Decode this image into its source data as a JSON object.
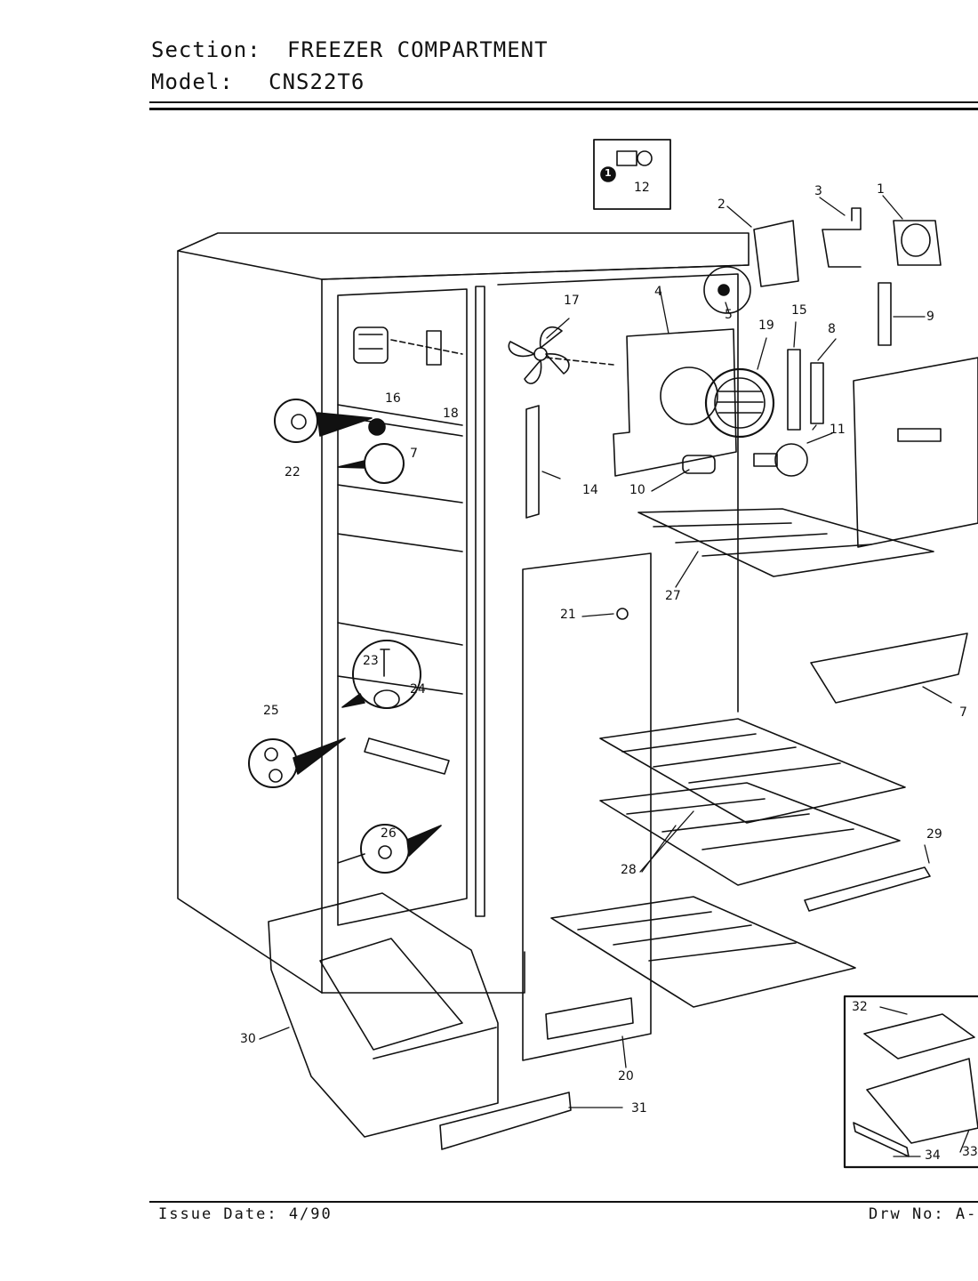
{
  "header": {
    "section_label": "Section:",
    "section_value": "FREEZER COMPARTMENT",
    "model_label": "Model:",
    "model_value": "CNS22T6"
  },
  "footer": {
    "issue_date": "Issue Date: 4/90",
    "drawing_no": "Drw No: A-"
  },
  "callouts": {
    "c1": "1",
    "c2": "2",
    "c3": "3",
    "c4": "4",
    "c5": "5",
    "c7a": "7",
    "c7b": "7",
    "c8": "8",
    "c9": "9",
    "c10": "10",
    "c11": "11",
    "c12": "12",
    "c14": "14",
    "c15": "15",
    "c16": "16",
    "c17": "17",
    "c18": "18",
    "c19": "19",
    "c20": "20",
    "c21": "21",
    "c22": "22",
    "c23": "23",
    "c24": "24",
    "c25": "25",
    "c26": "26",
    "c27": "27",
    "c28": "28",
    "c29": "29",
    "c30": "30",
    "c31": "31",
    "c32": "32",
    "c33": "33",
    "c34": "34",
    "cTop": "1"
  }
}
